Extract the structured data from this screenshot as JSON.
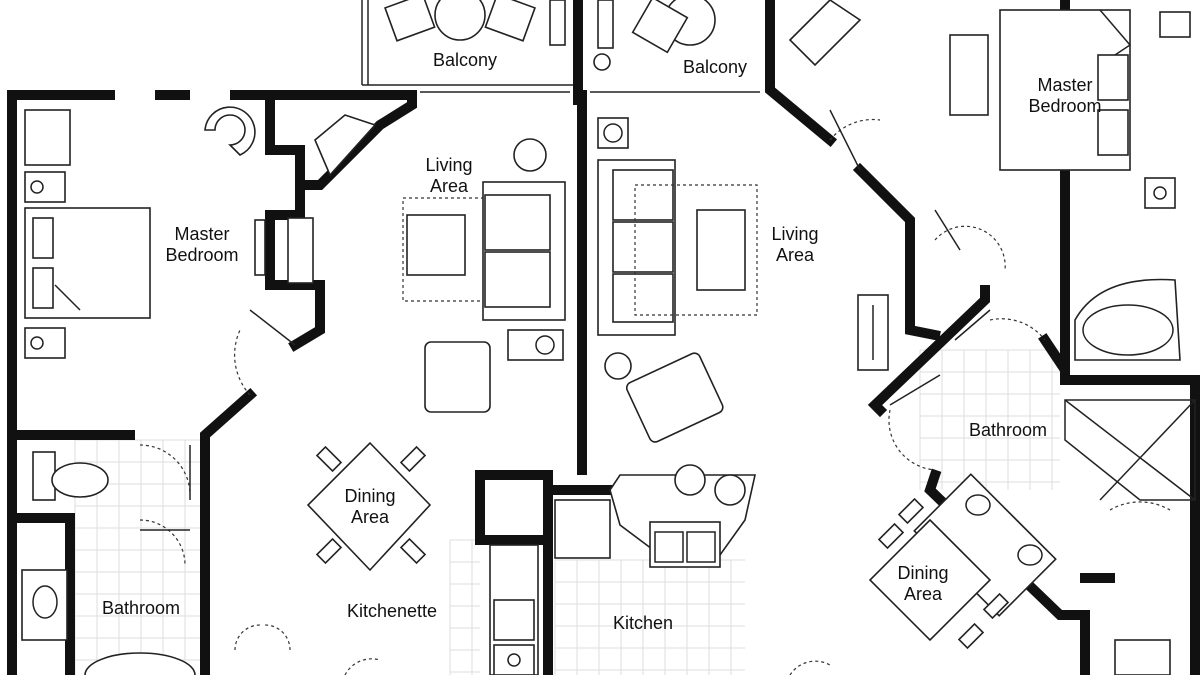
{
  "plan": {
    "rooms": {
      "balcony_left": "Balcony",
      "balcony_right": "Balcony",
      "master_bedroom_left": [
        "Master",
        "Bedroom"
      ],
      "master_bedroom_right": [
        "Master",
        "Bedroom"
      ],
      "living_area_left": [
        "Living",
        "Area"
      ],
      "living_area_right": [
        "Living",
        "Area"
      ],
      "dining_area_left": [
        "Dining",
        "Area"
      ],
      "dining_area_right": [
        "Dining",
        "Area"
      ],
      "bathroom_left": "Bathroom",
      "bathroom_right": "Bathroom",
      "kitchenette": "Kitchenette",
      "kitchen": "Kitchen"
    }
  }
}
